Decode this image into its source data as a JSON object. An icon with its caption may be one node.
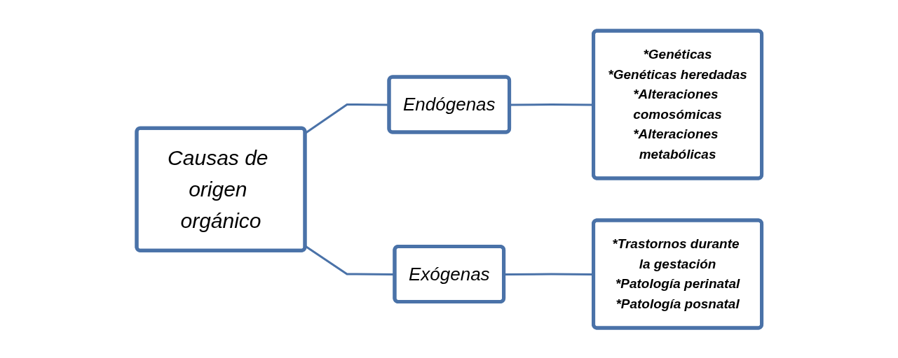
{
  "diagram": {
    "nodes": [
      {
        "text": [
          "Causas de origen orgánico"
        ]
      },
      {
        "text": [
          "Endógenas"
        ]
      },
      {
        "text": [
          "*Genéticas",
          "*Genéticas heredadas",
          "*Alteraciones comosómicas",
          "*Alteraciones metabólicas"
        ]
      },
      {
        "text": [
          "Exógenas"
        ]
      },
      {
        "text": [
          "*Trastornos durante la gestación",
          "*Patología perinatal",
          "*Patología posnatal"
        ]
      }
    ],
    "edges": [
      {
        "from": 0,
        "to": 1,
        "arrow": "none"
      },
      {
        "from": 0,
        "to": 3,
        "arrow": "none"
      },
      {
        "from": 1,
        "to": 2,
        "arrow": "none"
      },
      {
        "from": 3,
        "to": 4,
        "arrow": "none"
      }
    ]
  }
}
